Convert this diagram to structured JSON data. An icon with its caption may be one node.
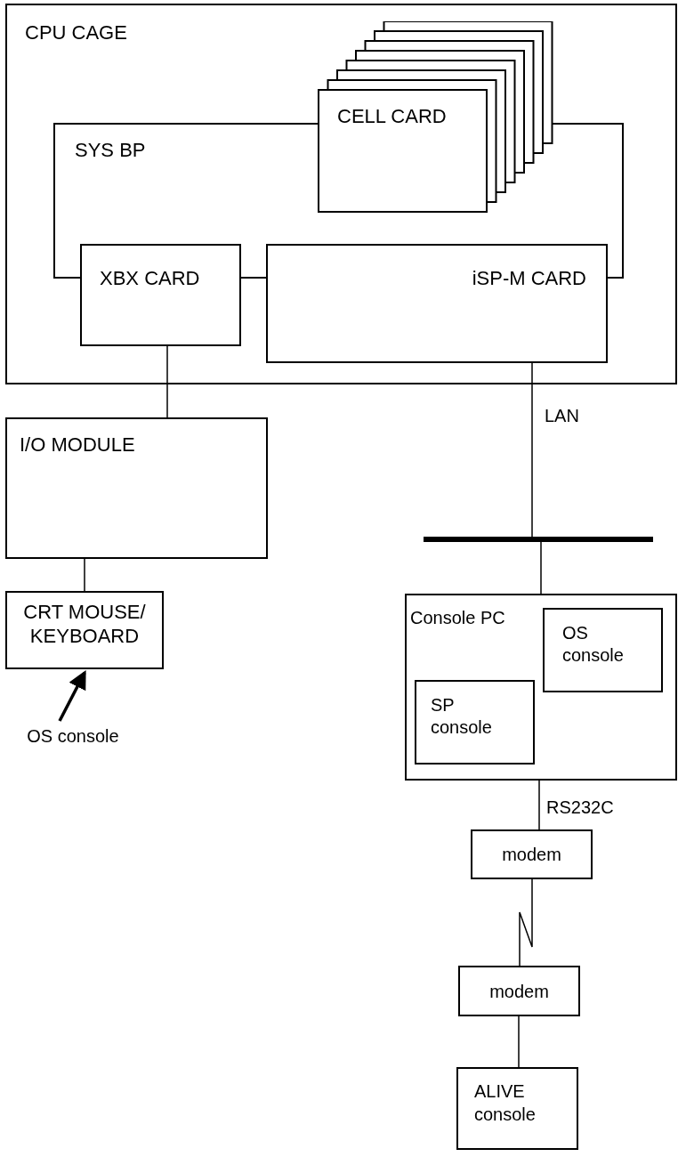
{
  "diagram": {
    "nodes": [
      {
        "text": [
          "CPU CAGE"
        ]
      },
      {
        "text": [
          "SYS BP"
        ],
        "in": 0
      },
      {
        "text": [
          "CELL CARD"
        ],
        "in": 0
      },
      {
        "text": [
          "XBX CARD"
        ],
        "in": 0
      },
      {
        "text": [
          "iSP-M CARD"
        ],
        "in": 0
      },
      {
        "text": [
          "I/O MODULE"
        ]
      },
      {
        "text": [
          "CRT MOUSE/ KEYBOARD"
        ]
      },
      {
        "text": [
          "OS console"
        ]
      },
      {
        "text": [],
        "shape": "bar"
      },
      {
        "text": [
          "Console PC"
        ]
      },
      {
        "text": [
          "OS console"
        ],
        "in": 9
      },
      {
        "text": [
          "SP console"
        ],
        "in": 9
      },
      {
        "text": [
          "modem"
        ]
      },
      {
        "text": [
          "modem"
        ]
      },
      {
        "text": [
          "ALIVE console"
        ]
      }
    ],
    "edges": [
      {
        "from": 3,
        "to": 5,
        "arrow": "none"
      },
      {
        "from": 4,
        "to": 8,
        "arrow": "none",
        "label": "LAN"
      },
      {
        "from": 5,
        "to": 6,
        "arrow": "none"
      },
      {
        "from": 7,
        "to": 6,
        "arrow": "to",
        "style": "thick"
      },
      {
        "from": 8,
        "to": 9,
        "arrow": "none"
      },
      {
        "from": 9,
        "to": 12,
        "arrow": "none",
        "label": "RS232C"
      },
      {
        "from": 12,
        "to": 13,
        "arrow": "none"
      },
      {
        "from": 13,
        "to": 14,
        "arrow": "none"
      }
    ]
  }
}
